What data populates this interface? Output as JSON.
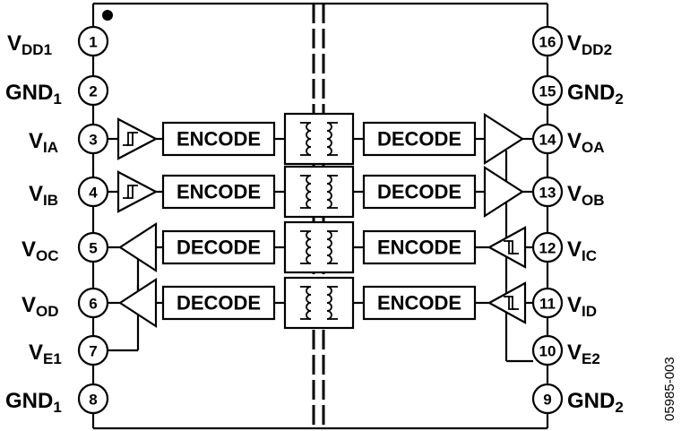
{
  "pins_left": [
    {
      "num": "1",
      "name": "V",
      "sub": "DD1"
    },
    {
      "num": "2",
      "name": "GND",
      "sub": "1"
    },
    {
      "num": "3",
      "name": "V",
      "sub": "IA"
    },
    {
      "num": "4",
      "name": "V",
      "sub": "IB"
    },
    {
      "num": "5",
      "name": "V",
      "sub": "OC"
    },
    {
      "num": "6",
      "name": "V",
      "sub": "OD"
    },
    {
      "num": "7",
      "name": "V",
      "sub": "E1"
    },
    {
      "num": "8",
      "name": "GND",
      "sub": "1"
    }
  ],
  "pins_right": [
    {
      "num": "16",
      "name": "V",
      "sub": "DD2"
    },
    {
      "num": "15",
      "name": "GND",
      "sub": "2"
    },
    {
      "num": "14",
      "name": "V",
      "sub": "OA"
    },
    {
      "num": "13",
      "name": "V",
      "sub": "OB"
    },
    {
      "num": "12",
      "name": "V",
      "sub": "IC"
    },
    {
      "num": "11",
      "name": "V",
      "sub": "ID"
    },
    {
      "num": "10",
      "name": "V",
      "sub": "E2"
    },
    {
      "num": "9",
      "name": "GND",
      "sub": "2"
    }
  ],
  "channels": [
    {
      "left": "ENCODE",
      "right": "DECODE"
    },
    {
      "left": "ENCODE",
      "right": "DECODE"
    },
    {
      "left": "DECODE",
      "right": "ENCODE"
    },
    {
      "left": "DECODE",
      "right": "ENCODE"
    }
  ],
  "figure_id": "05985-003"
}
